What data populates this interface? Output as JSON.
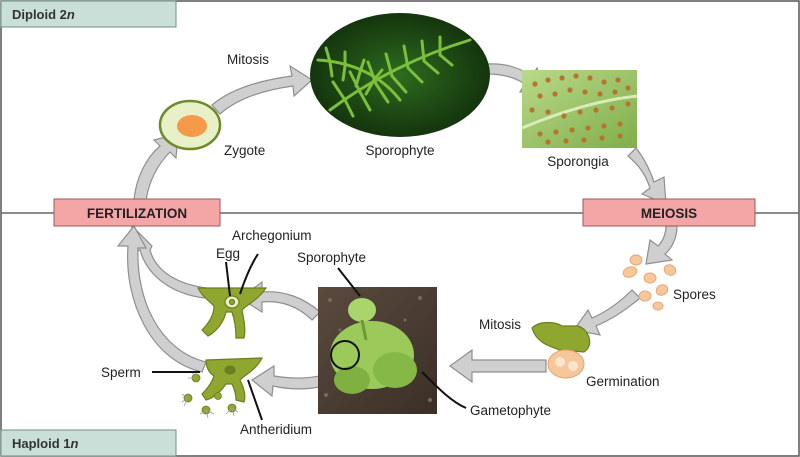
{
  "headers": {
    "diploid": {
      "text": "Diploid 2",
      "italic": "n"
    },
    "haploid": {
      "text": "Haploid 1",
      "italic": "n"
    }
  },
  "boxes": {
    "fertilization": "FERTILIZATION",
    "meiosis": "MEIOSIS"
  },
  "labels": {
    "mitosis_top": "Mitosis",
    "zygote": "Zygote",
    "sporophyte_top": "Sporophyte",
    "sporongia": "Sporongia",
    "archegonium": "Archegonium",
    "egg": "Egg",
    "sporophyte_small": "Sporophyte",
    "spores": "Spores",
    "mitosis_bottom": "Mitosis",
    "germination": "Germination",
    "sperm": "Sperm",
    "antheridium": "Antheridium",
    "gametophyte": "Gametophyte"
  },
  "colors": {
    "header_fill": "#c9dfd8",
    "box_fill": "#f4a6a6",
    "arrow_fill": "#cfcfcf",
    "arrow_stroke": "#8f8f8f",
    "plant_green": "#8fa72e"
  }
}
